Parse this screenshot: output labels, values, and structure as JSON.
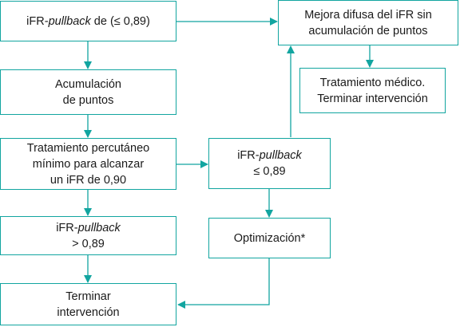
{
  "colors": {
    "accent": "#12a5a0",
    "text": "#1a1a1a",
    "background": "#ffffff"
  },
  "boxes": {
    "start": {
      "pre": "iFR-",
      "italic": "pullback",
      "post": " de (≤ 0,89)"
    },
    "accum": {
      "line1": "Acumulación",
      "line2": "de puntos"
    },
    "treat": {
      "line1": "Tratamiento percutáneo",
      "line2": "mínimo para alcanzar",
      "line3": "un iFR de 0,90"
    },
    "pbhigh": {
      "pre": "iFR-",
      "italic": "pullback",
      "line2": "> 0,89"
    },
    "end": {
      "line1": "Terminar",
      "line2": "intervención"
    },
    "pbmid": {
      "pre": "iFR-",
      "italic": "pullback",
      "line2": "≤ 0,89"
    },
    "optim": {
      "line1": "Optimización*"
    },
    "diffuse": {
      "line1": "Mejora difusa del iFR sin",
      "line2": "acumulación de puntos"
    },
    "medical": {
      "line1": "Tratamiento médico.",
      "line2": "Terminar intervención"
    }
  }
}
